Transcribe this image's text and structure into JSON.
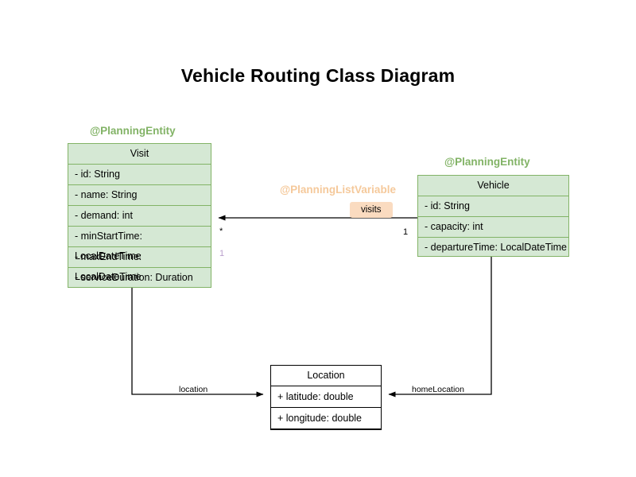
{
  "title": "Vehicle Routing Class Diagram",
  "colors": {
    "class_fill": "#d5e8d4",
    "class_border": "#82b366",
    "stereotype_entity": "#82b366",
    "stereotype_listvariable": "#f5c99b",
    "badge_fill": "#fadbc0",
    "plain_border": "#000000",
    "faded_multiplicity": "#b9a0cc",
    "background": "#ffffff"
  },
  "classes": {
    "visit": {
      "stereotype": "@PlanningEntity",
      "name": "Visit",
      "attributes": [
        "- id: String",
        "- name: String",
        "- demand: int",
        "- minStartTime: LocalDateTime",
        "- maxEndTime: LocalDateTime",
        "- serviceDuration: Duration"
      ]
    },
    "vehicle": {
      "stereotype": "@PlanningEntity",
      "name": "Vehicle",
      "attributes": [
        "- id: String",
        "- capacity: int",
        "- departureTime: LocalDateTime"
      ]
    },
    "location": {
      "stereotype": "",
      "name": "Location",
      "attributes": [
        "+ latitude: double",
        "+ longitude: double"
      ]
    }
  },
  "relationships": {
    "visits": {
      "stereotype": "@PlanningListVariable",
      "badge_label": "visits",
      "source_multiplicity": "1",
      "target_multiplicity": "*",
      "extra_multiplicity": "1"
    },
    "visit_location": {
      "label": "location"
    },
    "vehicle_home_location": {
      "label": "homeLocation"
    }
  }
}
